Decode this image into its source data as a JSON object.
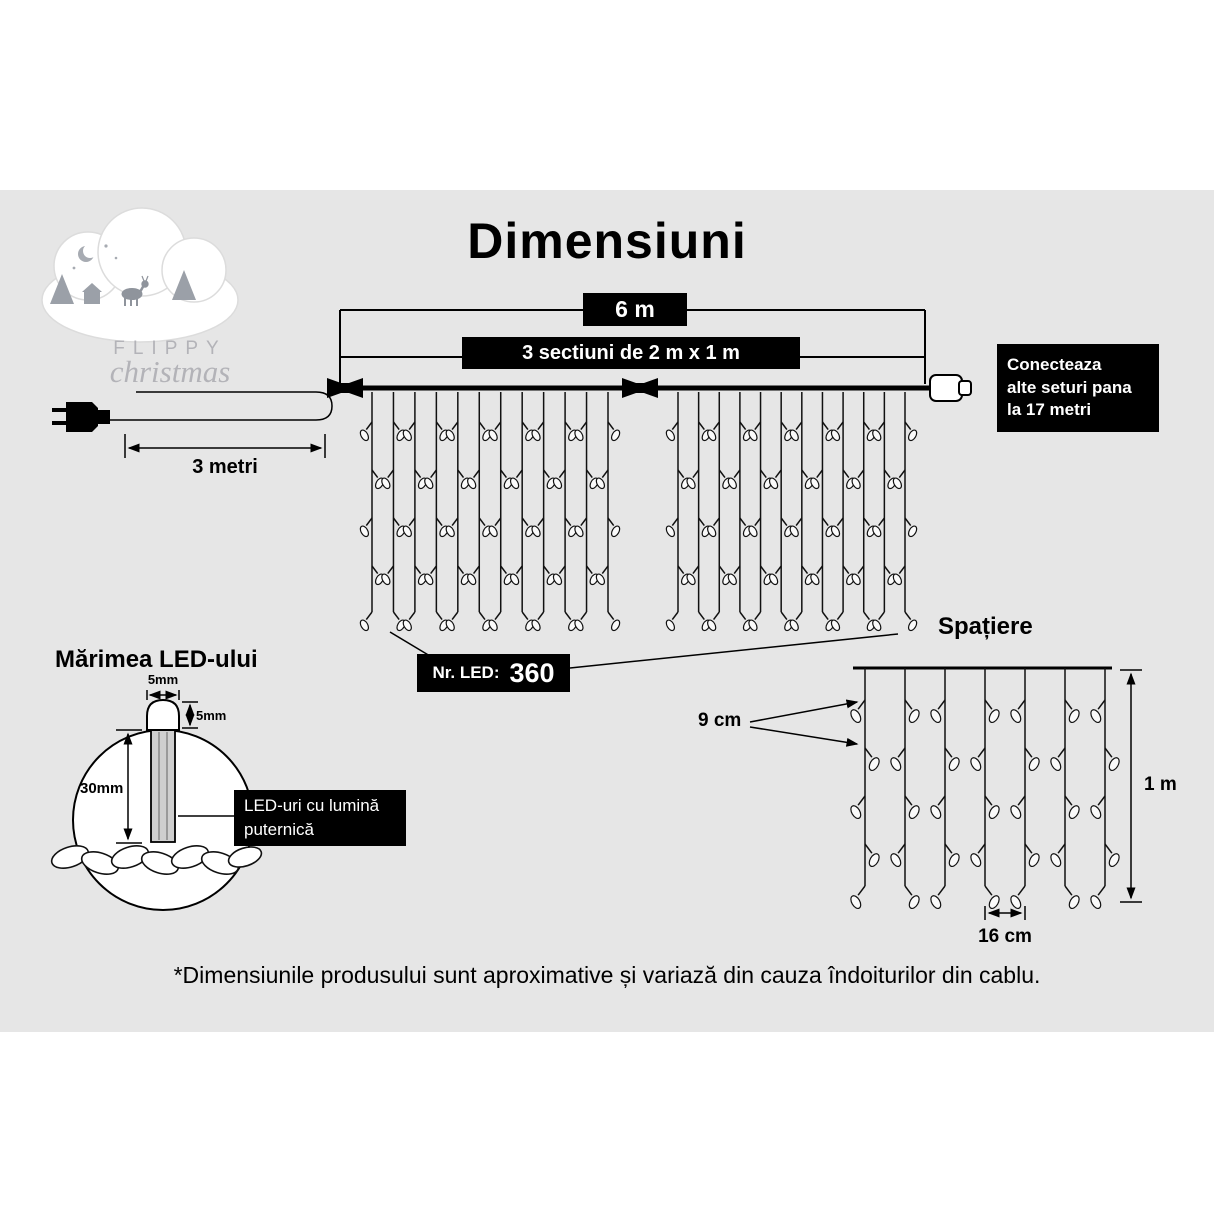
{
  "title": "Dimensiuni",
  "logo": {
    "brand_top": "FLIPPY",
    "brand_bottom": "christmas"
  },
  "dimensions": {
    "total_width": "6 m",
    "sections": "3 sectiuni de 2 m x 1 m",
    "lead_cable": "3 metri",
    "connect_note": "Conecteaza\nalte seturi pana\nla 17 metri",
    "led_count_label": "Nr. LED:",
    "led_count_value": "360"
  },
  "spacing": {
    "title": "Spațiere",
    "vertical_gap": "9 cm",
    "height": "1 m",
    "horizontal_gap": "16 cm"
  },
  "led_size": {
    "title": "Mărimea LED-ului",
    "cap_width": "5mm",
    "cap_height": "5mm",
    "body_length": "30mm",
    "note": "LED-uri cu lumină\nputernică"
  },
  "footer": "*Dimensiunile produsului sunt aproximative și variază din cauza îndoiturilor din cablu.",
  "colors": {
    "background": "#e6e6e6",
    "box_bg": "#000000",
    "box_text": "#ffffff"
  }
}
